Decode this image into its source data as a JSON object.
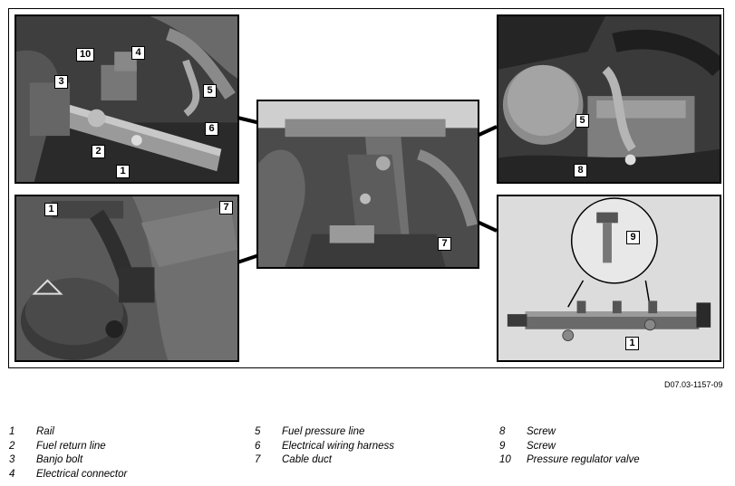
{
  "figure_code": "D07.03-1157-09",
  "callouts": {
    "tl": [
      "10",
      "4",
      "3",
      "5",
      "6",
      "2",
      "1"
    ],
    "ml": [
      "1",
      "7"
    ],
    "center": [
      "7"
    ],
    "tr": [
      "5",
      "8"
    ],
    "br": [
      "9",
      "1"
    ]
  },
  "legend": {
    "col1": [
      {
        "num": "1",
        "text": "Rail"
      },
      {
        "num": "2",
        "text": "Fuel return line"
      },
      {
        "num": "3",
        "text": "Banjo bolt"
      },
      {
        "num": "4",
        "text": "Electrical connector"
      }
    ],
    "col2": [
      {
        "num": "5",
        "text": "Fuel pressure line"
      },
      {
        "num": "6",
        "text": "Electrical wiring harness"
      },
      {
        "num": "7",
        "text": "Cable duct"
      }
    ],
    "col3": [
      {
        "num": "8",
        "text": "Screw"
      },
      {
        "num": "9",
        "text": "Screw"
      },
      {
        "num": "10",
        "text": "Pressure regulator valve"
      }
    ]
  }
}
